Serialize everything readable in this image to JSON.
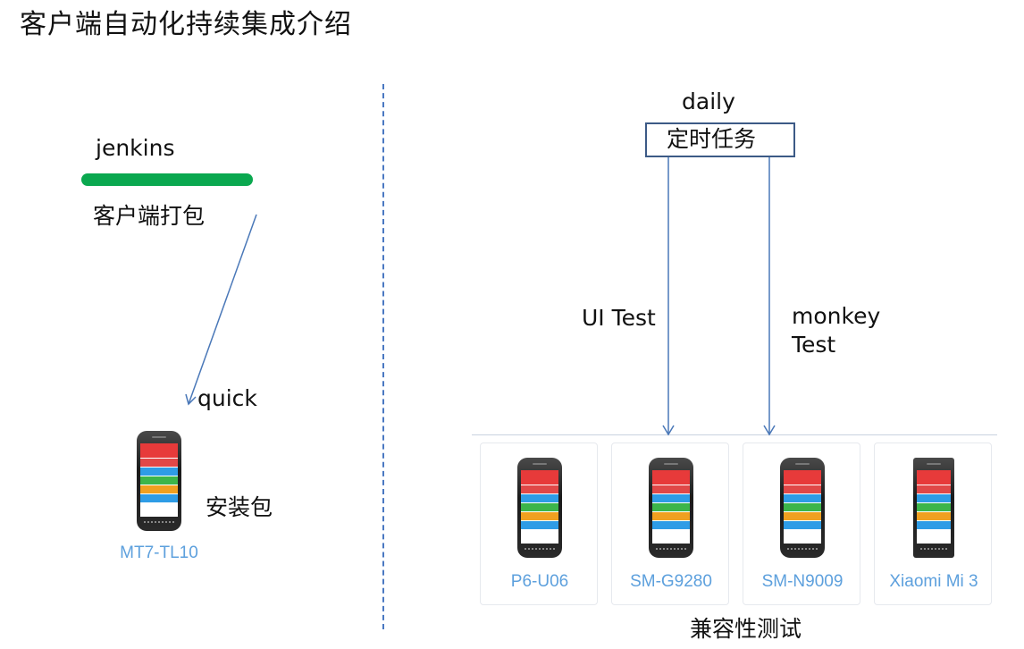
{
  "title": "客户端自动化持续集成介绍",
  "left": {
    "tool": "jenkins",
    "build": "客户端打包",
    "mode": "quick",
    "package": "安装包",
    "device": "MT7-TL10"
  },
  "right": {
    "schedule": "daily",
    "task": "定时任务",
    "ui_test": "UI Test",
    "monkey_line1": "monkey",
    "monkey_line2": "Test",
    "devices": [
      "P6-U06",
      "SM-G9280",
      "SM-N9009",
      "Xiaomi Mi 3"
    ],
    "caption": "兼容性测试"
  },
  "colors": {
    "accent": "#0aa84f",
    "arrow": "#4a78b8",
    "device_label": "#5da0dd",
    "box_border": "#3c5a86"
  },
  "icons": [
    "phone-icon",
    "arrow-icon"
  ]
}
